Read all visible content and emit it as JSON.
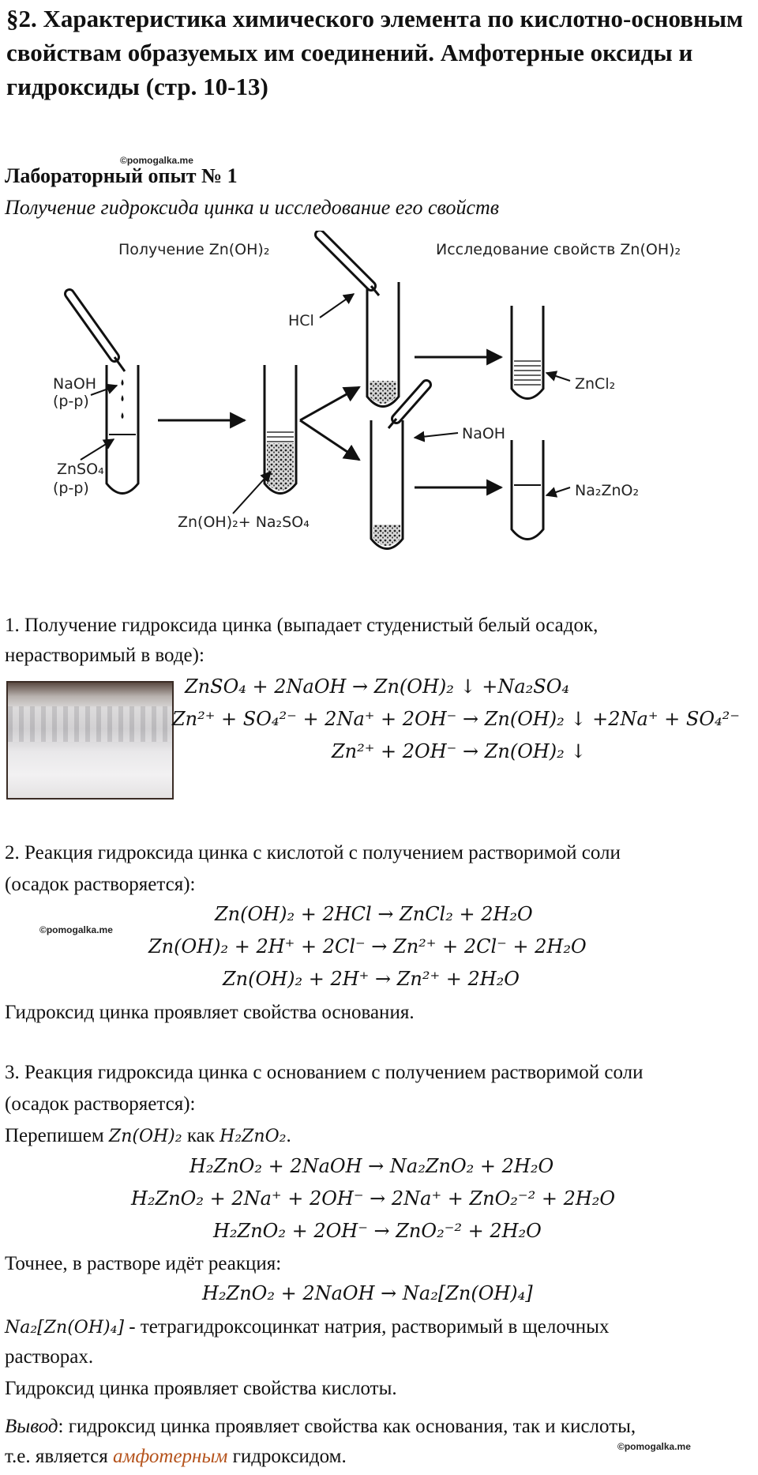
{
  "title": "§2. Характеристика химического элемента по кислотно-основным свойствам образуемых им соединений. Амфотерные оксиды и гидроксиды (стр. 10-13)",
  "watermark": "©pomogalka.me",
  "lab": {
    "title": "Лабораторный опыт № 1",
    "subtitle": "Получение гидроксида цинка и исследование его свойств"
  },
  "diagram": {
    "heading_left": "Получение Zn(OH)₂",
    "heading_right": "Исследование свойств Zn(OH)₂",
    "naoh_left": "NaOH",
    "pp1": "(р-р)",
    "znso4": "ZnSO₄",
    "pp2": "(р-р)",
    "product": "Zn(OH)₂+ Na₂SO₄",
    "hcl": "HCl",
    "naoh_right": "NaOH",
    "zncl2": "ZnCl₂",
    "na2zno2": "Na₂ZnO₂"
  },
  "section1": {
    "text_line1": "1. Получение гидроксида цинка (выпадает студенистый белый осадок,",
    "text_line2": "нерастворимый в воде):",
    "eq1": "ZnSO₄ + 2NaOH → Zn(OH)₂ ↓ +Na₂SO₄",
    "eq2": "Zn²⁺ + SO₄²⁻ + 2Na⁺ + 2OH⁻ → Zn(OH)₂ ↓ +2Na⁺ + SO₄²⁻",
    "eq3": "Zn²⁺ + 2OH⁻ → Zn(OH)₂ ↓"
  },
  "section2": {
    "text_line1": "2. Реакция гидроксида цинка с кислотой с получением растворимой соли",
    "text_line2": "(осадок растворяется):",
    "eq1": "Zn(OH)₂ + 2HCl → ZnCl₂ + 2H₂O",
    "eq2": "Zn(OH)₂ + 2H⁺ + 2Cl⁻ → Zn²⁺ + 2Cl⁻ + 2H₂O",
    "eq3": "Zn(OH)₂ + 2H⁺ → Zn²⁺ + 2H₂O",
    "conclusion": "Гидроксид цинка проявляет свойства основания."
  },
  "section3": {
    "text_line1": "3. Реакция гидроксида цинка с основанием с получением растворимой соли",
    "text_line2": "(осадок растворяется):",
    "rewrite_prefix": "Перепишем ",
    "rewrite_from": "Zn(OH)₂",
    "rewrite_mid": " как ",
    "rewrite_to": "H₂ZnO₂",
    "rewrite_suffix": ".",
    "eq1": "H₂ZnO₂ + 2NaOH → Na₂ZnO₂ + 2H₂O",
    "eq2": "H₂ZnO₂ + 2Na⁺ + 2OH⁻ → 2Na⁺ + ZnO₂⁻² + 2H₂O",
    "eq3": "H₂ZnO₂ + 2OH⁻ → ZnO₂⁻² + 2H₂O",
    "precise": "Точнее, в растворе идёт реакция:",
    "eq4": "H₂ZnO₂ + 2NaOH → Na₂[Zn(OH)₄]",
    "complex_formula": "Na₂[Zn(OH)₄]",
    "complex_text_a": " - тетрагидроксоцинкат натрия, растворимый в щелочных",
    "complex_text_b": "растворах.",
    "conclusion": "Гидроксид цинка проявляет свойства кислоты."
  },
  "summary": {
    "label": "Вывод",
    "text_a": ": гидроксид цинка проявляет свойства как основания, так и кислоты,",
    "text_b_prefix": "т.е. является ",
    "highlight": "амфотерным",
    "text_b_suffix": " гидроксидом.",
    "highlight_color": "#b5531c"
  }
}
